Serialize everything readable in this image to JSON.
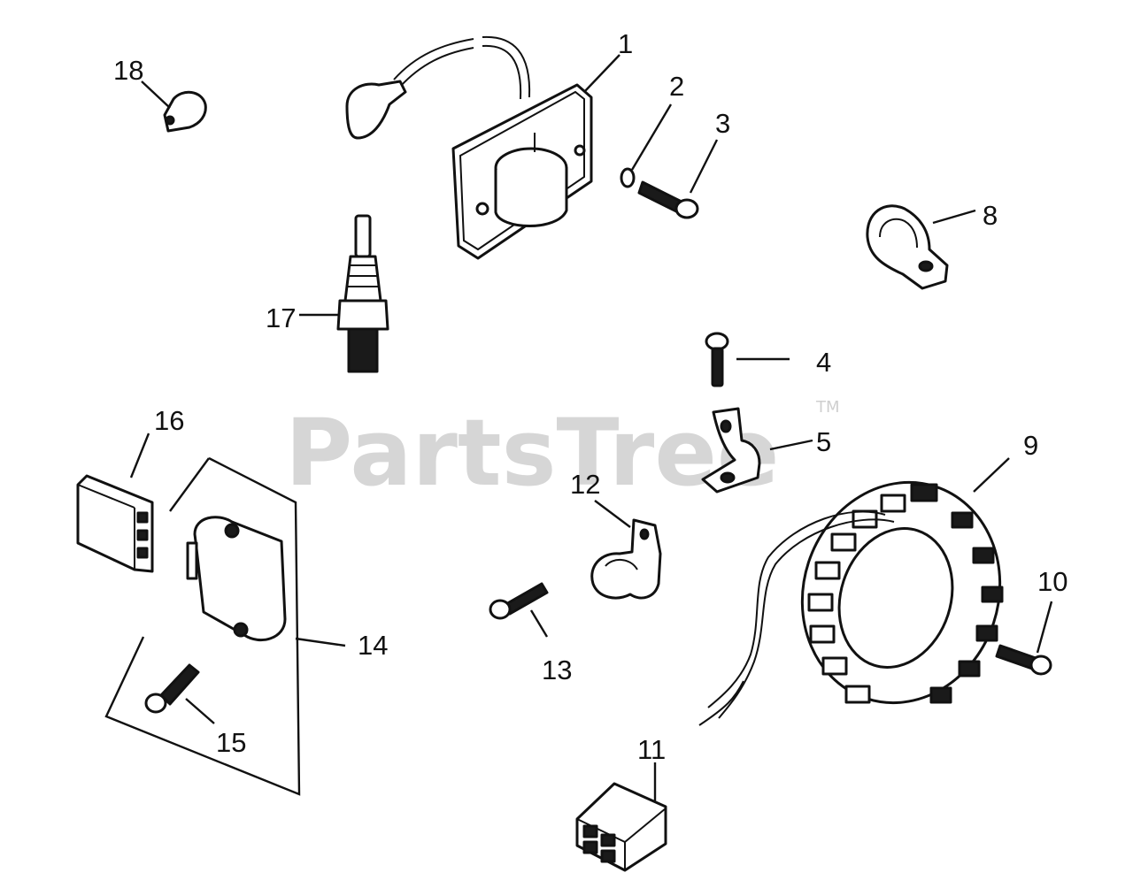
{
  "watermark": {
    "text": "PartsTree",
    "mark": "TM"
  },
  "callouts": {
    "c1": "1",
    "c2": "2",
    "c3": "3",
    "c4": "4",
    "c5": "5",
    "c8": "8",
    "c9": "9",
    "c10": "10",
    "c11": "11",
    "c12": "12",
    "c13": "13",
    "c14": "14",
    "c15": "15",
    "c16": "16",
    "c17": "17",
    "c18": "18"
  }
}
